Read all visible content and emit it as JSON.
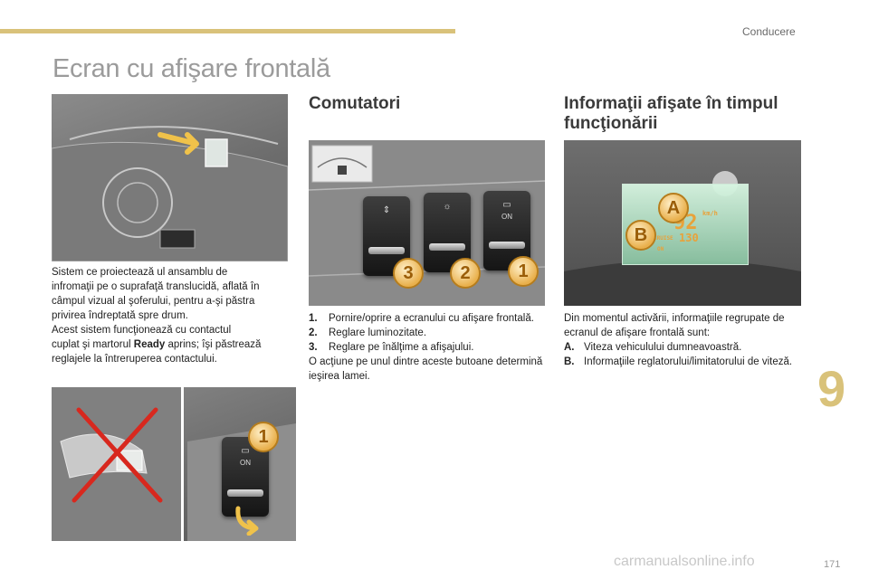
{
  "header": {
    "section_name": "Conducere",
    "page_title": "Ecran cu afişare frontală"
  },
  "left_column": {
    "paragraph_lines": [
      "Sistem ce proiectează ul ansamblu de",
      "infromaţii pe o suprafaţă translucidă, aflată în",
      "câmpul vizual al şoferului, pentru a-şi păstra",
      "privirea îndreptată spre drum.",
      "Acest sistem funcţionează cu contactul"
    ],
    "line6_before": "cuplat şi martorul ",
    "line6_bold": "Ready",
    "line6_after": " aprins; îşi păstrează",
    "line7": "reglajele la întreruperea contactului."
  },
  "middle_column": {
    "heading": "Comutatori",
    "items": [
      {
        "num": "1.",
        "text": "Pornire/oprire a ecranului cu afişare frontală."
      },
      {
        "num": "2.",
        "text": "Reglare luminozitate."
      },
      {
        "num": "3.",
        "text": "Reglare pe înălţime a afişajului."
      }
    ],
    "note": "O acţiune pe unul dintre aceste butoane determină ieşirea lamei.",
    "figure_badges": [
      "3",
      "2",
      "1"
    ],
    "switch_on_label": "ON"
  },
  "right_column": {
    "heading": "Informaţii afişate în timpul funcţionării",
    "intro": "Din momentul activării, informaţiile regrupate de ecranul de afişare frontală sunt:",
    "items": [
      {
        "num": "A.",
        "text": "Viteza vehiculului dumneavoastră."
      },
      {
        "num": "B.",
        "text": "Informaţiile reglatorului/limitatorului de viteză."
      }
    ],
    "figure_badges": [
      "A",
      "B"
    ],
    "hud_speed": "92",
    "hud_unit": "km/h",
    "hud_cruise": "CRUISE",
    "hud_set_speed": "130",
    "hud_on": "ON"
  },
  "bottom_left_figure": {
    "badge": "1",
    "switch_on_label": "ON"
  },
  "chapter_number": "9",
  "page_number": "171",
  "watermark": "carmanualsonline.info",
  "colors": {
    "accent": "#d9c27a",
    "title_gray": "#9b9b9b",
    "badge": "#e9b04c"
  }
}
